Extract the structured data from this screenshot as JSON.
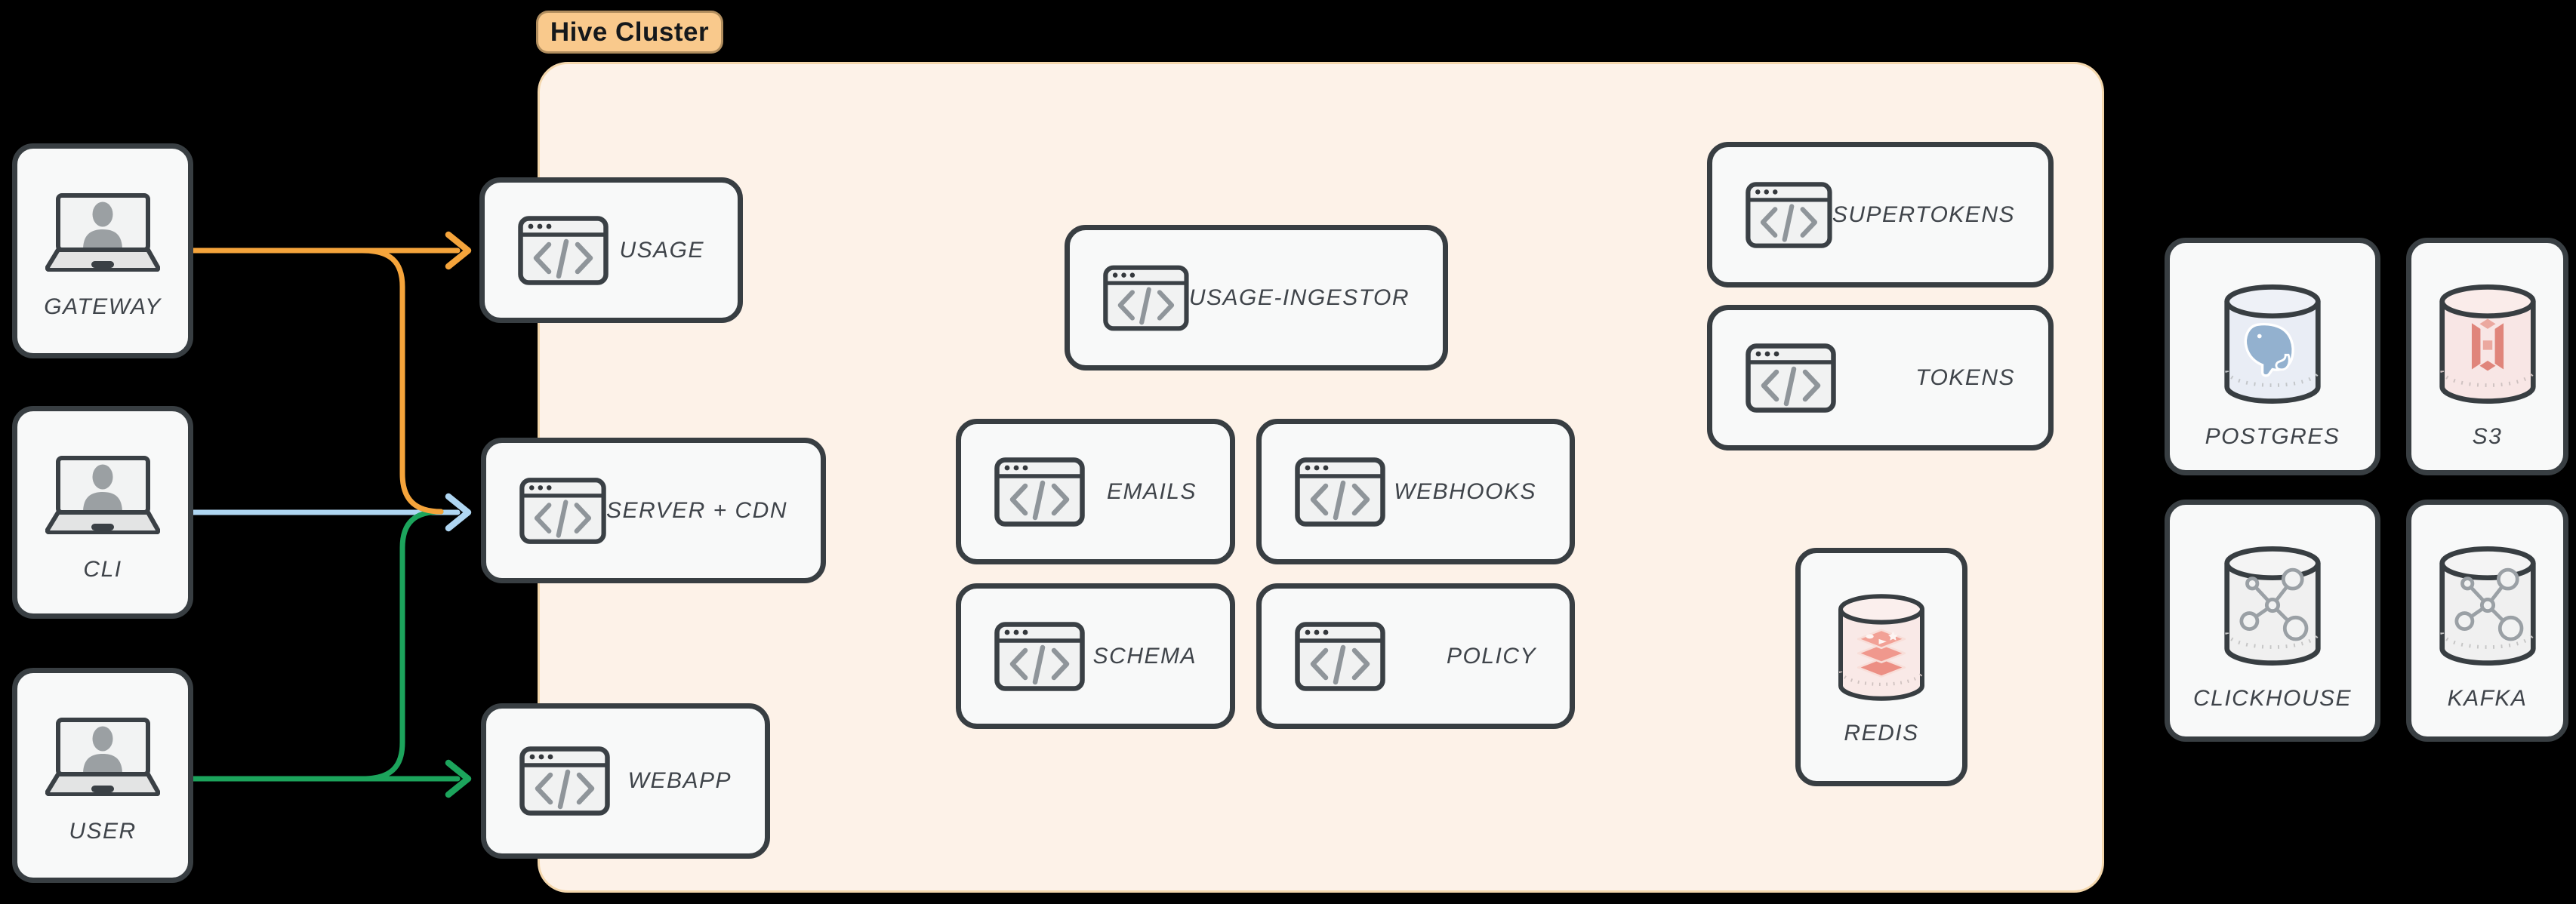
{
  "cluster": {
    "label": "Hive Cluster"
  },
  "nodes": {
    "gateway": {
      "label": "GATEWAY"
    },
    "cli": {
      "label": "CLI"
    },
    "user": {
      "label": "USER"
    },
    "usage": {
      "label": "USAGE"
    },
    "server_cdn": {
      "label": "SERVER + CDN"
    },
    "webapp": {
      "label": "WEBAPP"
    },
    "usage_ingestor": {
      "label": "USAGE-INGESTOR"
    },
    "emails": {
      "label": "EMAILS"
    },
    "webhooks": {
      "label": "WEBHOOKS"
    },
    "schema": {
      "label": "SCHEMA"
    },
    "policy": {
      "label": "POLICY"
    },
    "supertokens": {
      "label": "SUPERTOKENS"
    },
    "tokens": {
      "label": "TOKENS"
    },
    "redis": {
      "label": "REDIS"
    },
    "postgres": {
      "label": "POSTGRES"
    },
    "s3": {
      "label": "S3"
    },
    "clickhouse": {
      "label": "CLICKHOUSE"
    },
    "kafka": {
      "label": "KAFKA"
    }
  },
  "edges": [
    {
      "from": "GATEWAY",
      "to": "USAGE",
      "color": "orange"
    },
    {
      "from": "GATEWAY",
      "to": "SERVER + CDN",
      "color": "orange"
    },
    {
      "from": "CLI",
      "to": "SERVER + CDN",
      "color": "blue"
    },
    {
      "from": "USER",
      "to": "SERVER + CDN",
      "color": "green"
    },
    {
      "from": "USER",
      "to": "WEBAPP",
      "color": "green"
    }
  ],
  "colors": {
    "orange": "#F5A43B",
    "blue": "#AFD6F2",
    "green": "#1CA45C",
    "cluster_bg": "#FDF2E8",
    "pill_bg": "#F9C98C",
    "box_border": "#383E42",
    "label_text": "#3F444A",
    "background": "#000000"
  }
}
